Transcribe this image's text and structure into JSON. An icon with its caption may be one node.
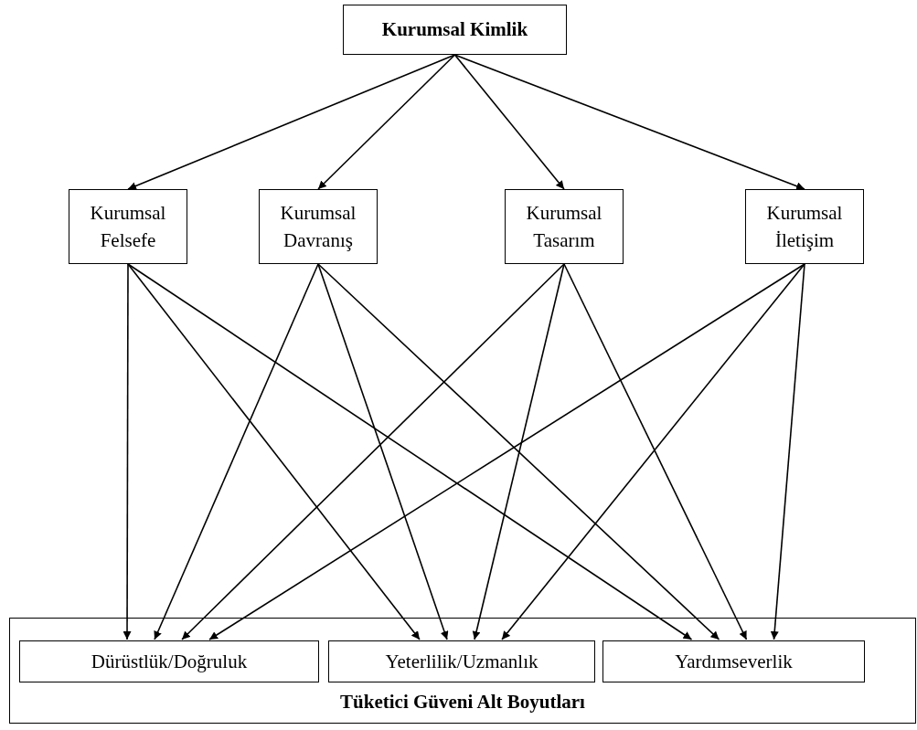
{
  "diagram": {
    "nodes": [
      {
        "text": [
          "Kurumsal Kimlik"
        ]
      },
      {
        "text": [
          "Kurumsal Felsefe"
        ]
      },
      {
        "text": [
          "Kurumsal Davranış"
        ]
      },
      {
        "text": [
          "Kurumsal Tasarım"
        ]
      },
      {
        "text": [
          "Kurumsal İletişim"
        ]
      },
      {
        "text": [
          "Tüketici Güveni Alt Boyutları"
        ]
      },
      {
        "text": [
          "Dürüstlük/Doğruluk"
        ],
        "in": 5
      },
      {
        "text": [
          "Yeterlilik/Uzmanlık"
        ],
        "in": 5
      },
      {
        "text": [
          "Yardımseverlik"
        ],
        "in": 5
      }
    ],
    "edges": [
      {
        "from": 0,
        "to": 1,
        "arrow": "to"
      },
      {
        "from": 0,
        "to": 2,
        "arrow": "to"
      },
      {
        "from": 0,
        "to": 3,
        "arrow": "to"
      },
      {
        "from": 0,
        "to": 4,
        "arrow": "to"
      },
      {
        "from": 1,
        "to": 6,
        "arrow": "to"
      },
      {
        "from": 1,
        "to": 7,
        "arrow": "to"
      },
      {
        "from": 1,
        "to": 8,
        "arrow": "to"
      },
      {
        "from": 2,
        "to": 6,
        "arrow": "to"
      },
      {
        "from": 2,
        "to": 7,
        "arrow": "to"
      },
      {
        "from": 2,
        "to": 8,
        "arrow": "to"
      },
      {
        "from": 3,
        "to": 6,
        "arrow": "to"
      },
      {
        "from": 3,
        "to": 7,
        "arrow": "to"
      },
      {
        "from": 3,
        "to": 8,
        "arrow": "to"
      },
      {
        "from": 4,
        "to": 6,
        "arrow": "to"
      },
      {
        "from": 4,
        "to": 7,
        "arrow": "to"
      },
      {
        "from": 4,
        "to": 8,
        "arrow": "to"
      }
    ]
  }
}
